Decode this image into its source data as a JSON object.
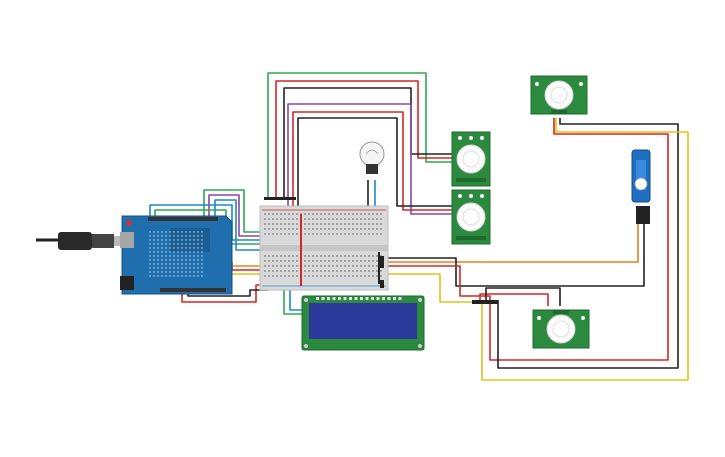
{
  "canvas": {
    "background": "#ffffff"
  },
  "colors": {
    "arduino": "#1f6fae",
    "breadboard": "#d9d9d9",
    "pcb": "#2b8a3e",
    "lcd": "#2c3a9c",
    "wire_red": "#d22727",
    "wire_black": "#222222",
    "wire_green": "#2fa84f",
    "wire_purple": "#8e44ad",
    "wire_blue": "#1e88c8",
    "wire_yellow": "#e0c21b",
    "wire_orange": "#e8801e"
  },
  "components": {
    "arduino": {
      "name": "arduino-uno"
    },
    "usb": {
      "name": "usb-cable"
    },
    "breadboard": {
      "name": "breadboard"
    },
    "lcd": {
      "name": "lcd-16x2"
    },
    "bulb": {
      "name": "light-bulb"
    },
    "servo": {
      "name": "servo-motor"
    },
    "pir_sensors": [
      {
        "name": "pir-sensor-1"
      },
      {
        "name": "pir-sensor-2"
      },
      {
        "name": "pir-sensor-3"
      },
      {
        "name": "pir-sensor-4"
      }
    ]
  }
}
